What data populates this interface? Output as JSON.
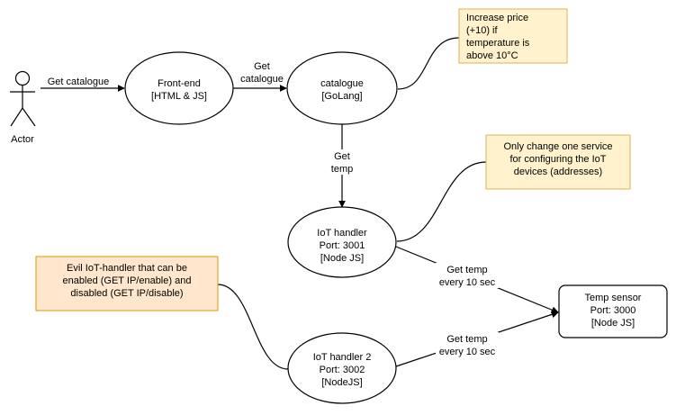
{
  "colors": {
    "stroke": "#000000",
    "node_fill": "#ffffff",
    "note_fill": "#fff2cc",
    "note_stroke": "#d6b656",
    "evil_note_fill": "#ffe6cc",
    "evil_note_stroke": "#d79b00",
    "label_bg": "#ffffff"
  },
  "actor": {
    "label": "Actor"
  },
  "nodes": {
    "frontend": {
      "lines": [
        "Front-end",
        "[HTML & JS]"
      ]
    },
    "catalogue": {
      "lines": [
        "catalogue",
        "[GoLang]"
      ]
    },
    "iot_handler": {
      "lines": [
        "IoT handler",
        "Port: 3001",
        "[Node JS]"
      ]
    },
    "iot_handler_2": {
      "lines": [
        "IoT handler 2",
        "Port: 3002",
        "[NodeJS]"
      ]
    },
    "temp_sensor": {
      "lines": [
        "Temp sensor",
        "Port: 3000",
        "[Node JS]"
      ]
    }
  },
  "notes": {
    "price_note": {
      "lines": [
        "Increase price",
        "(+10) if",
        "temperature is",
        "above 10°C"
      ]
    },
    "config_note": {
      "lines": [
        "Only change one service",
        "for configuring the IoT",
        "devices (addresses)"
      ]
    },
    "evil_note": {
      "lines": [
        "Evil IoT-handler that can be",
        "enabled (GET IP/enable) and",
        "disabled (GET IP/disable)"
      ]
    }
  },
  "edges": {
    "actor_to_frontend": {
      "lines": [
        "Get catalogue"
      ]
    },
    "frontend_to_catalogue": {
      "lines": [
        "Get",
        "catalogue"
      ]
    },
    "catalogue_to_iot": {
      "lines": [
        "Get",
        "temp"
      ]
    },
    "iot_to_sensor": {
      "lines": [
        "Get temp",
        "every 10 sec"
      ]
    },
    "iot2_to_sensor": {
      "lines": [
        "Get temp",
        "every 10 sec"
      ]
    }
  }
}
